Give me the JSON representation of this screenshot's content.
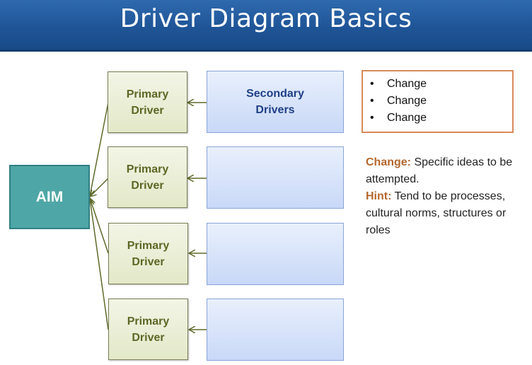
{
  "header": {
    "title": "Driver Diagram Basics"
  },
  "aim": {
    "label": "AIM"
  },
  "primary_drivers": [
    {
      "line1": "Primary",
      "line2": "Driver"
    },
    {
      "line1": "Primary",
      "line2": "Driver"
    },
    {
      "line1": "Primary",
      "line2": "Driver"
    },
    {
      "line1": "Primary",
      "line2": "Driver"
    }
  ],
  "secondary_drivers": [
    {
      "line1": "Secondary",
      "line2": "Drivers"
    },
    {
      "line1": "",
      "line2": ""
    },
    {
      "line1": "",
      "line2": ""
    },
    {
      "line1": "",
      "line2": ""
    }
  ],
  "changes": {
    "bullet": "•",
    "items": [
      "Change",
      "Change",
      "Change"
    ]
  },
  "description": {
    "change_label": "Change:",
    "change_text": " Specific ideas to be attempted.",
    "hint_label": "Hint:",
    "hint_text": " Tend to be processes, cultural norms, structures or roles"
  },
  "colors": {
    "header": "#1f5597",
    "aim": "#4fa6a6",
    "primary_text": "#5d6625",
    "secondary_text": "#1f3f86",
    "change_border": "#d9895a",
    "label": "#b5682e",
    "arrow": "#5e6a2a"
  }
}
